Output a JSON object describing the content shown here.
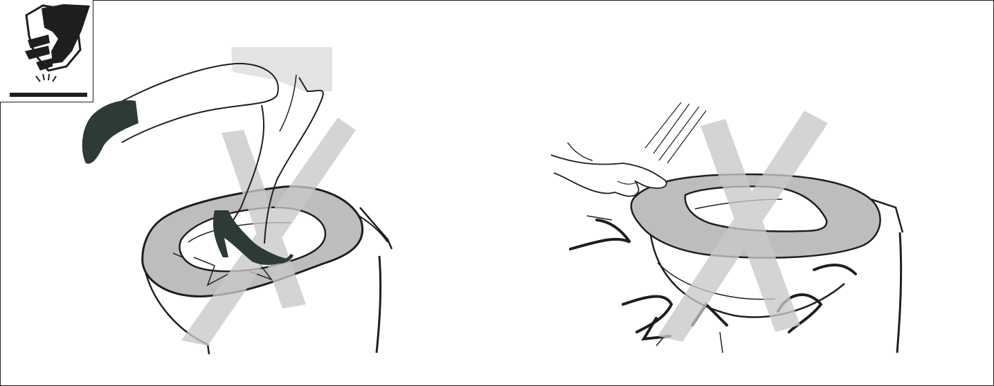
{
  "panels": [
    {
      "id": "stand-on-seat",
      "mark": "cross"
    },
    {
      "id": "slam-seat-lid",
      "mark": "cross"
    }
  ],
  "icons": [
    "hand-drop-care-icon",
    "cross-mark-icon"
  ],
  "colors": {
    "ink": "#1e1e1e",
    "shoe": "#2e3a36",
    "cross": "#c9c9c9",
    "seat": "#bdbdbd",
    "skirt": "#e3e3e3"
  }
}
